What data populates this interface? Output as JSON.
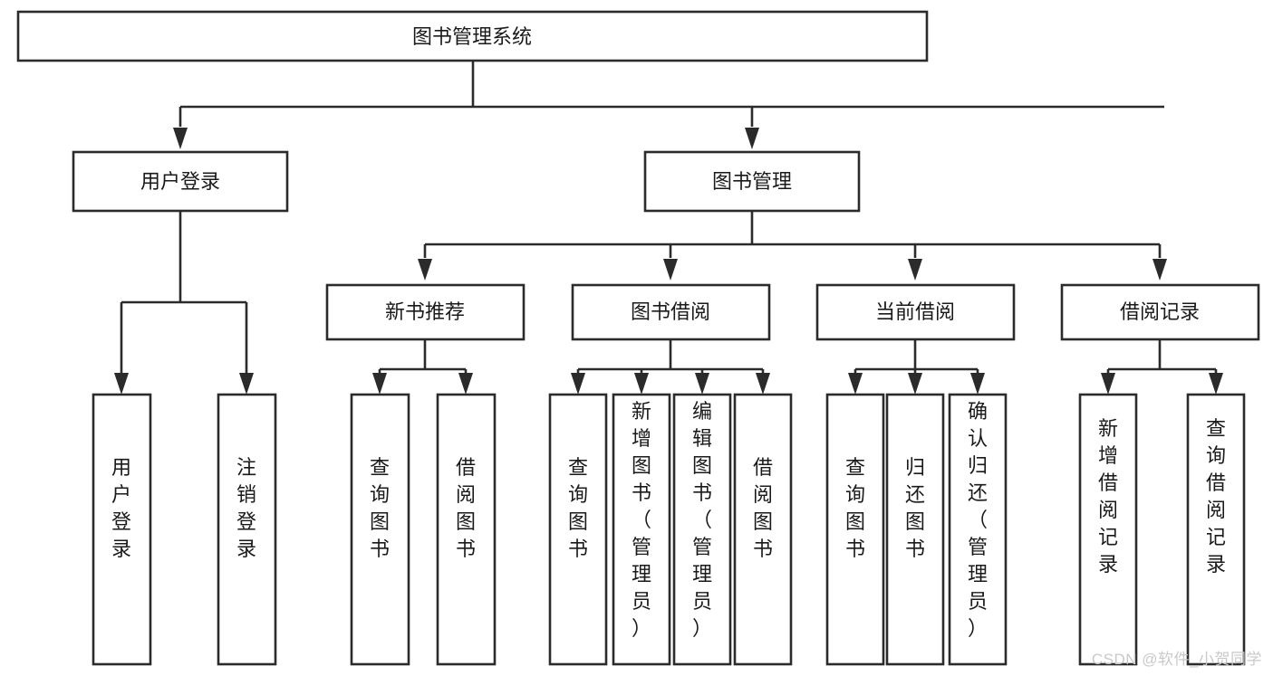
{
  "diagram": {
    "title": "图书管理系统",
    "type": "tree",
    "watermark": "CSDN @软件_小贺同学",
    "colors": {
      "box_stroke": "#2b2b2b",
      "box_fill": "#ffffff",
      "text": "#1a1a1a",
      "watermark": "#c9c9c9",
      "background": "#ffffff"
    },
    "levels": {
      "level1": [
        {
          "id": "root",
          "label": "图书管理系统"
        }
      ],
      "level2": [
        {
          "id": "user-login",
          "label": "用户登录"
        },
        {
          "id": "book-manage",
          "label": "图书管理"
        }
      ],
      "level3": [
        {
          "id": "new-book-rec",
          "label": "新书推荐",
          "parent": "book-manage"
        },
        {
          "id": "book-borrow",
          "label": "图书借阅",
          "parent": "book-manage"
        },
        {
          "id": "current-borrow",
          "label": "当前借阅",
          "parent": "book-manage"
        },
        {
          "id": "borrow-record",
          "label": "借阅记录",
          "parent": "book-manage"
        }
      ],
      "leaves": [
        {
          "id": "leaf-user-login",
          "label": "用户登录",
          "parent": "user-login"
        },
        {
          "id": "leaf-user-logout",
          "label": "注销登录",
          "parent": "user-login"
        },
        {
          "id": "leaf-rec-query",
          "label": "查询图书",
          "parent": "new-book-rec"
        },
        {
          "id": "leaf-rec-borrow",
          "label": "借阅图书",
          "parent": "new-book-rec"
        },
        {
          "id": "leaf-borrow-query",
          "label": "查询图书",
          "parent": "book-borrow"
        },
        {
          "id": "leaf-borrow-add",
          "label": "新增图书（管理员）",
          "parent": "book-borrow"
        },
        {
          "id": "leaf-borrow-edit",
          "label": "编辑图书（管理员）",
          "parent": "book-borrow"
        },
        {
          "id": "leaf-borrow-lend",
          "label": "借阅图书",
          "parent": "book-borrow"
        },
        {
          "id": "leaf-cur-query",
          "label": "查询图书",
          "parent": "current-borrow"
        },
        {
          "id": "leaf-cur-return",
          "label": "归还图书",
          "parent": "current-borrow"
        },
        {
          "id": "leaf-cur-confirm",
          "label": "确认归还（管理员）",
          "parent": "current-borrow"
        },
        {
          "id": "leaf-rec-add",
          "label": "新增借阅记录",
          "parent": "borrow-record"
        },
        {
          "id": "leaf-rec-search",
          "label": "查询借阅记录",
          "parent": "borrow-record"
        }
      ]
    }
  }
}
